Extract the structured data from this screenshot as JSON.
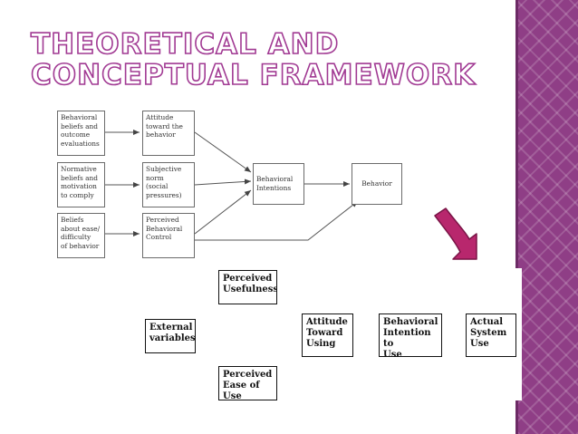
{
  "slide": {
    "title_line_1": "THEORETICAL AND",
    "title_line_2": "CONCEPTUAL FRAMEWORK"
  },
  "theory_of_planned_behavior": {
    "behavioral_beliefs": "Behavioral\nbeliefs and\noutcome\nevaluations",
    "attitude": "Attitude\ntoward the\nbehavior",
    "normative_beliefs": "Normative\nbeliefs and\nmotivation\nto comply",
    "subjective_norm": "Subjective\nnorm\n(social\npressures)",
    "control_beliefs": "Beliefs\nabout ease/\ndifficulty\nof behavior",
    "perceived_control": "Perceived\nBehavioral\nControl",
    "intentions": "Behavioral\nIntentions",
    "behavior": "Behavior"
  },
  "technology_acceptance_model": {
    "external_variables": "External\nvariables",
    "perceived_usefulness": "Perceived\nUsefulness",
    "perceived_ease_of_use": "Perceived\nEase of Use",
    "attitude_toward_using": "Attitude\nToward\nUsing",
    "behavioral_intention": "Behavioral\nIntention to\nUse",
    "actual_system_use": "Actual\nSystem\nUse"
  },
  "colors": {
    "accent": "#a13a93",
    "side_strip": "#8f3e86",
    "transition_arrow": "#b8276d"
  },
  "icons": {
    "transition": "curved-down-arrow-icon"
  }
}
